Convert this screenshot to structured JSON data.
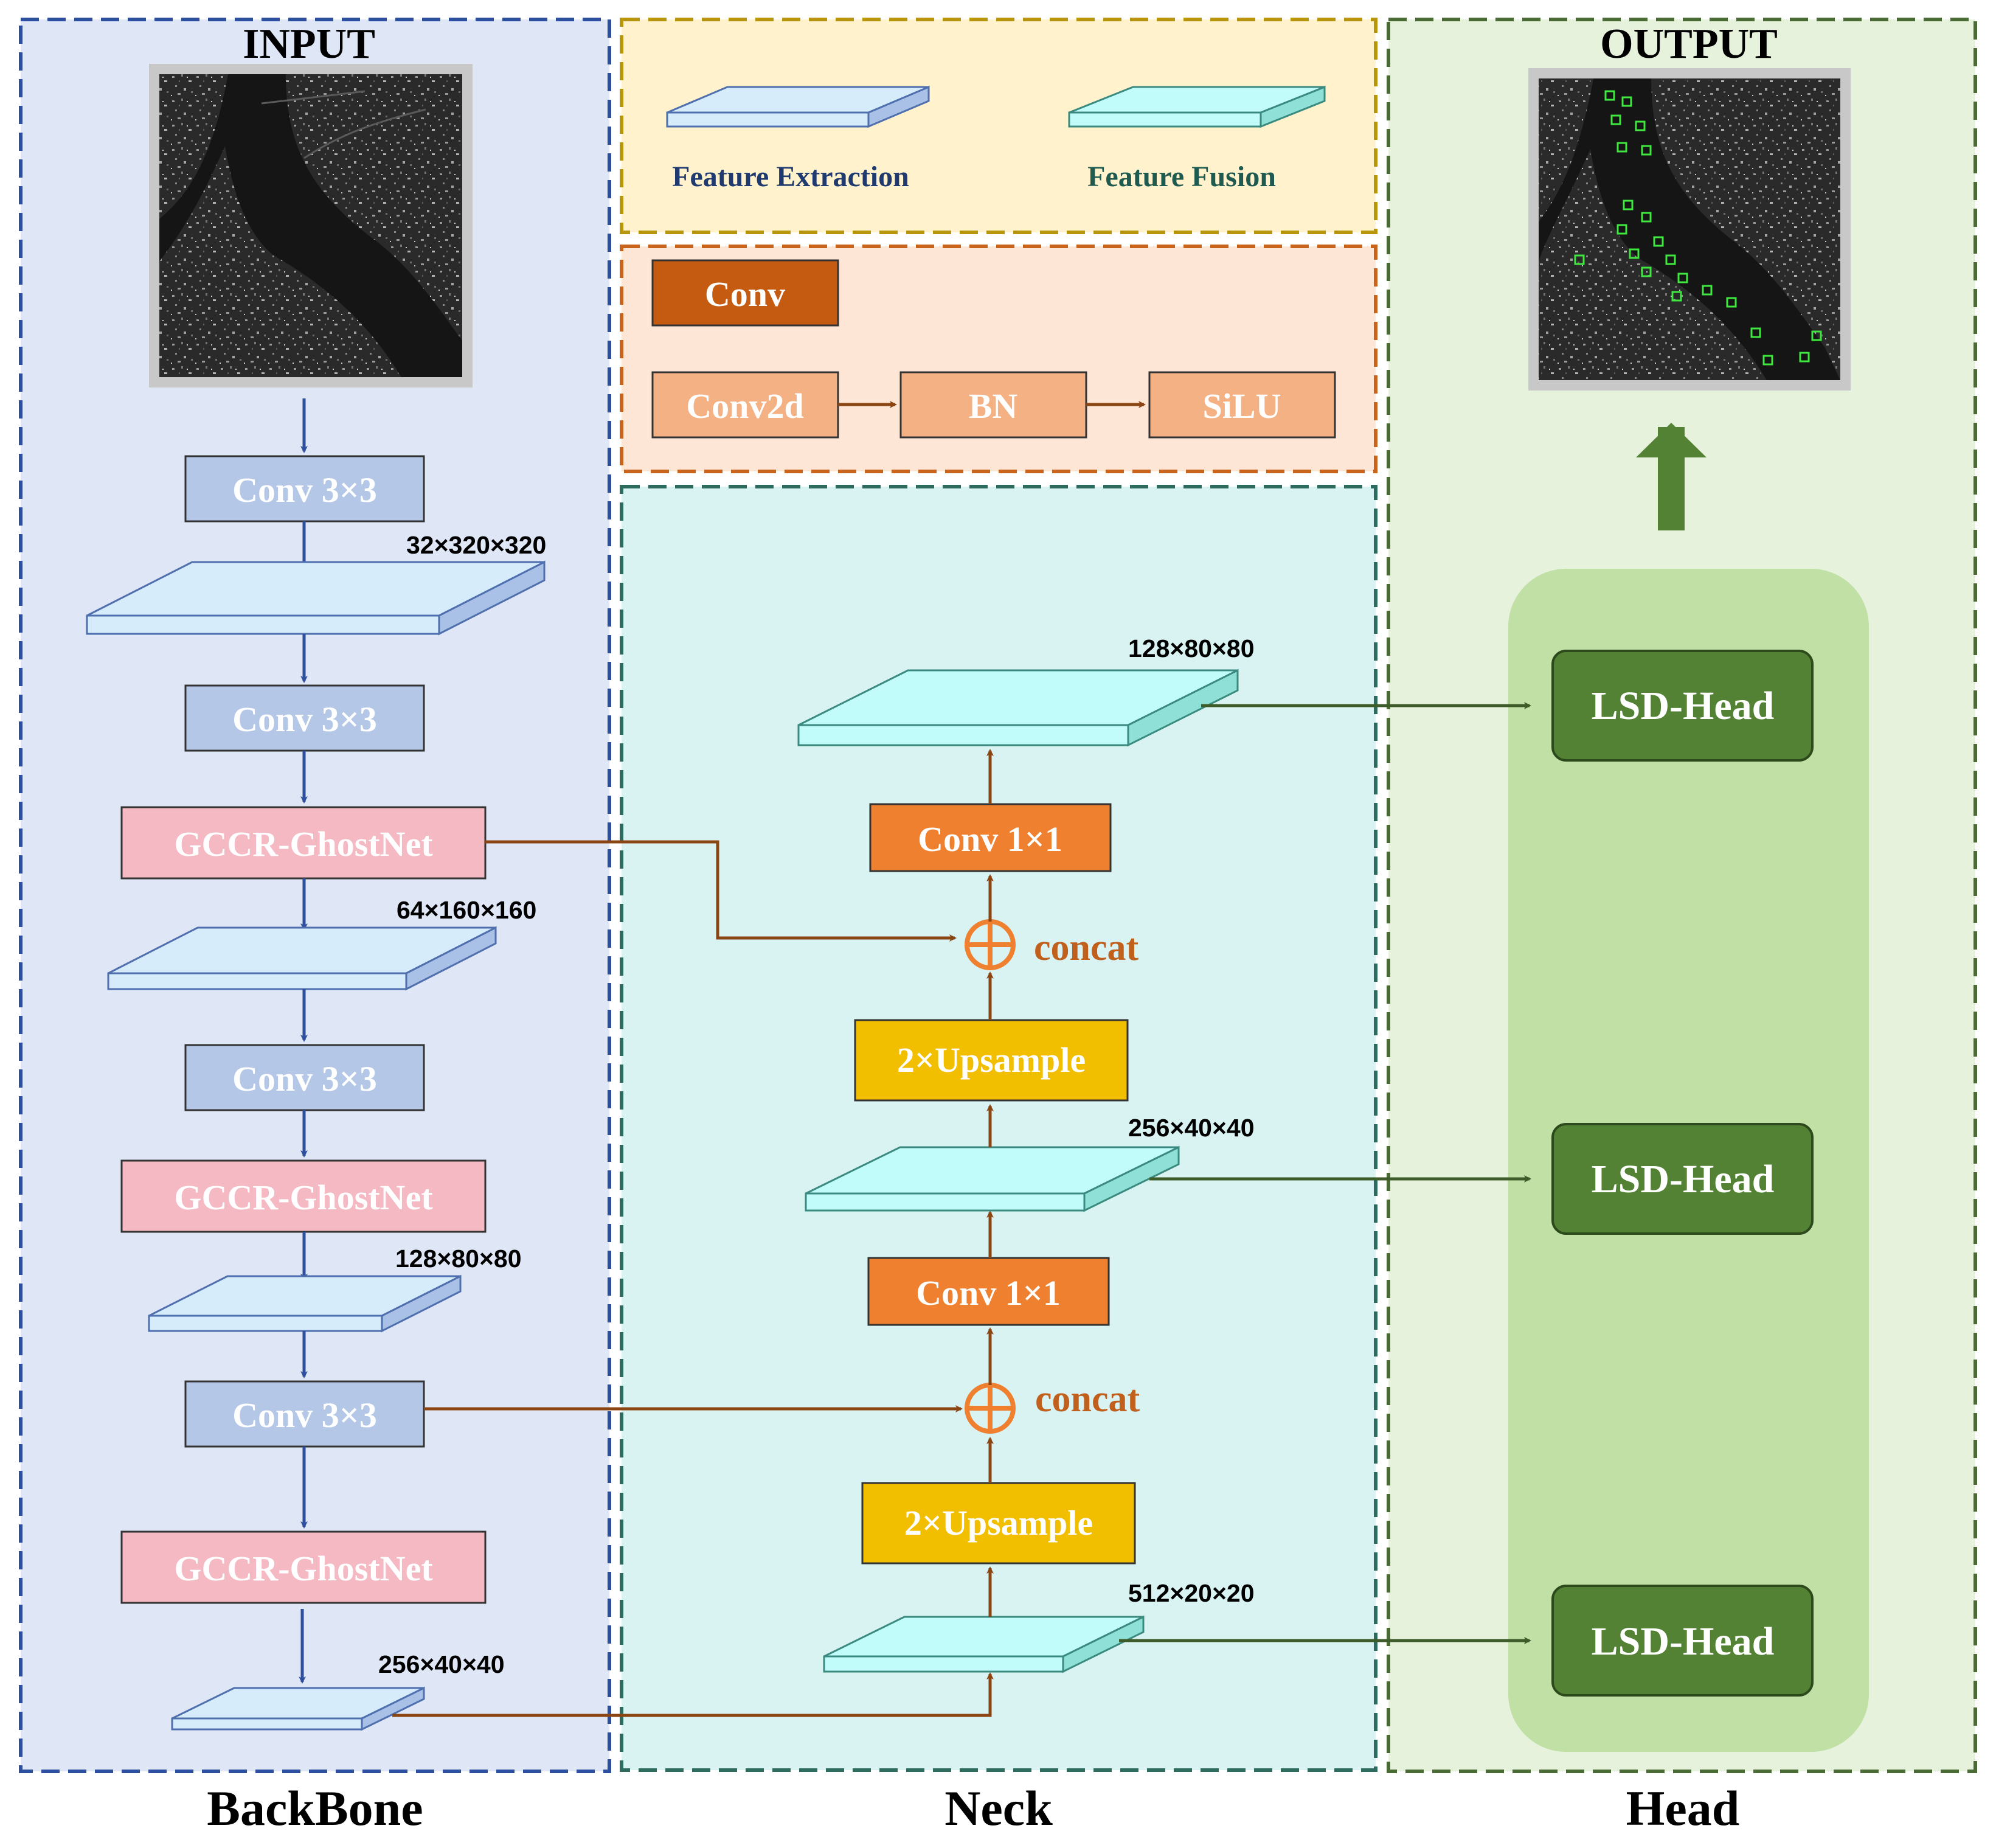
{
  "sections": {
    "backbone": "BackBone",
    "neck": "Neck",
    "head": "Head"
  },
  "input_title": "INPUT",
  "output_title": "OUTPUT",
  "legend": {
    "feature_extraction": "Feature Extraction",
    "feature_fusion": "Feature Fusion"
  },
  "conv_def": {
    "conv": "Conv",
    "conv2d": "Conv2d",
    "bn": "BN",
    "silu": "SiLU"
  },
  "backbone": {
    "conv1": "Conv 3×3",
    "fm1": "32×320×320",
    "conv2": "Conv 3×3",
    "gccr1": "GCCR-GhostNet",
    "fm2": "64×160×160",
    "conv3": "Conv 3×3",
    "gccr2": "GCCR-GhostNet",
    "fm3": "128×80×80",
    "conv4": "Conv 3×3",
    "gccr3": "GCCR-GhostNet",
    "fm4": "256×40×40"
  },
  "neck": {
    "fm_top": "128×80×80",
    "conv1x1_top": "Conv 1×1",
    "concat_top": "concat",
    "upsample_top": "2×Upsample",
    "fm_mid": "256×40×40",
    "conv1x1_bottom": "Conv 1×1",
    "concat_bottom": "concat",
    "upsample_bottom": "2×Upsample",
    "fm_bottom": "512×20×20"
  },
  "head": {
    "lsd1": "LSD-Head",
    "lsd2": "LSD-Head",
    "lsd3": "LSD-Head"
  },
  "colors": {
    "backbone_bg": "#dfe6f5",
    "backbone_border": "#2e4f9e",
    "neck_bg": "#d9f3f3",
    "neck_border": "#2d6b5f",
    "head_bg": "#e7f2dc",
    "head_border": "#4a6b35",
    "legend_bg": "#fff2cc",
    "legend_border": "#b8960c",
    "convdef_bg": "#fde6d6",
    "convdef_border": "#c8641c",
    "conv_blue": "#b4c7e7",
    "gccr_pink": "#f4b9c3",
    "conv1x1_orange": "#ee8030",
    "upsample_yellow": "#f2be00",
    "conv_dark_orange": "#c55a11",
    "conv_light_orange": "#f4b183",
    "lsd_green": "#548235",
    "extraction_plate": "#d6ecfb",
    "fusion_plate": "#c1fcfb"
  }
}
